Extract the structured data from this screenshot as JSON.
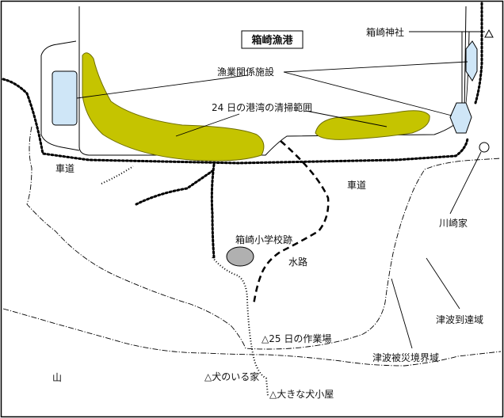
{
  "map": {
    "title": "箱崎漁港",
    "labels": {
      "shrine": "箱崎神社",
      "fishery_facility": "漁業関係施設",
      "cleanup_area": "24 日の港湾の清掃範囲",
      "road_left": "車道",
      "road_right": "車道",
      "school_ruins": "箱崎小学校跡",
      "waterway": "水路",
      "kawasaki_house": "川崎家",
      "tsunami_reach": "津波到達域",
      "work_site": "△25 日の作業場",
      "disaster_boundary": "津波被災境界域",
      "mountain": "山",
      "dog_house": "△犬のいる家",
      "big_kennel": "△大きな犬小屋"
    },
    "colors": {
      "cleanup_fill": "#c5c400",
      "facility_fill": "#cfe6f7",
      "school_fill": "#b0b0b0",
      "line": "#000000"
    }
  }
}
